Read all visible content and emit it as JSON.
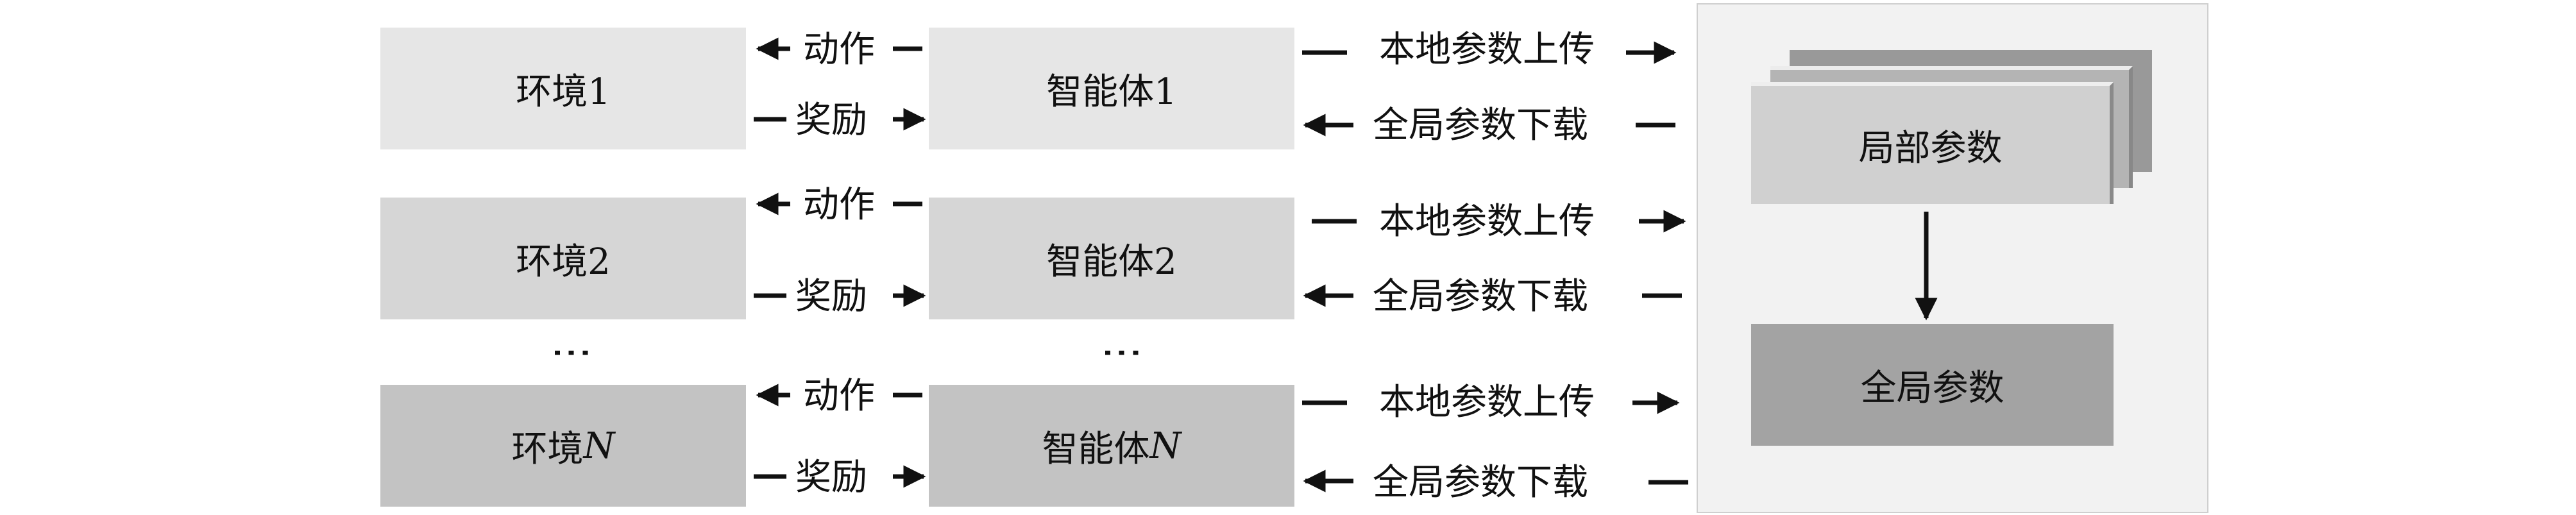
{
  "rows": [
    {
      "env": "环境1",
      "agent": "智能体1",
      "action": "动作",
      "reward": "奖励",
      "upload": "本地参数上传",
      "download": "全局参数下载"
    },
    {
      "env": "环境2",
      "agent": "智能体2",
      "action": "动作",
      "reward": "奖励",
      "upload": "本地参数上传",
      "download": "全局参数下载"
    },
    {
      "env_prefix": "环境",
      "env_suffix": "N",
      "agent_prefix": "智能体",
      "agent_suffix": "N",
      "action": "动作",
      "reward": "奖励",
      "upload": "本地参数上传",
      "download": "全局参数下载"
    }
  ],
  "ellipsis": "⋮",
  "server": {
    "local_params": "局部参数",
    "global_params": "全局参数"
  },
  "colors": {
    "row1_box": "#e6e6e6",
    "row2_box": "#d6d6d6",
    "rowN_box": "#c3c3c3",
    "stack_front": "#d0d0d0",
    "stack_mid": "#b4b4b4",
    "stack_back": "#999999",
    "global_box": "#a3a3a3",
    "panel": "#f2f2f2"
  }
}
